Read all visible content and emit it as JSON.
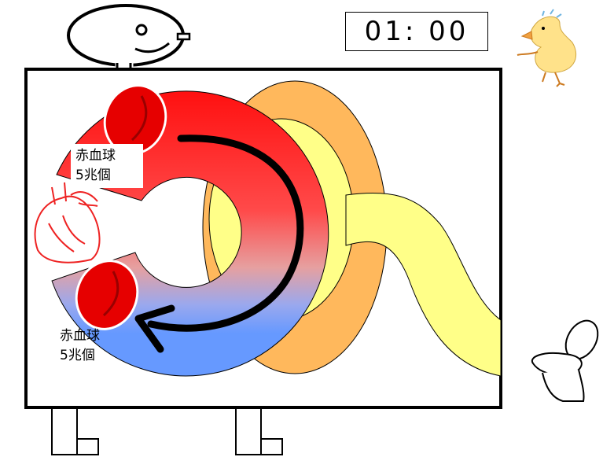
{
  "timer": {
    "display": "01: 00"
  },
  "labels": {
    "top": {
      "line1": "赤血球",
      "line2": "5兆個"
    },
    "bottom": {
      "line1": "赤血球",
      "line2": "5兆個"
    }
  },
  "colors": {
    "artery_red": "#ff1a1a",
    "vein_blue": "#6699ff",
    "kidney_orange": "#ffb85c",
    "tube_yellow": "#ffff88",
    "cell_red": "#e60000",
    "heart_outline": "#ee2222"
  },
  "icons": [
    "heart-icon",
    "chick-icon",
    "toilet-icon",
    "robot-head-icon"
  ]
}
